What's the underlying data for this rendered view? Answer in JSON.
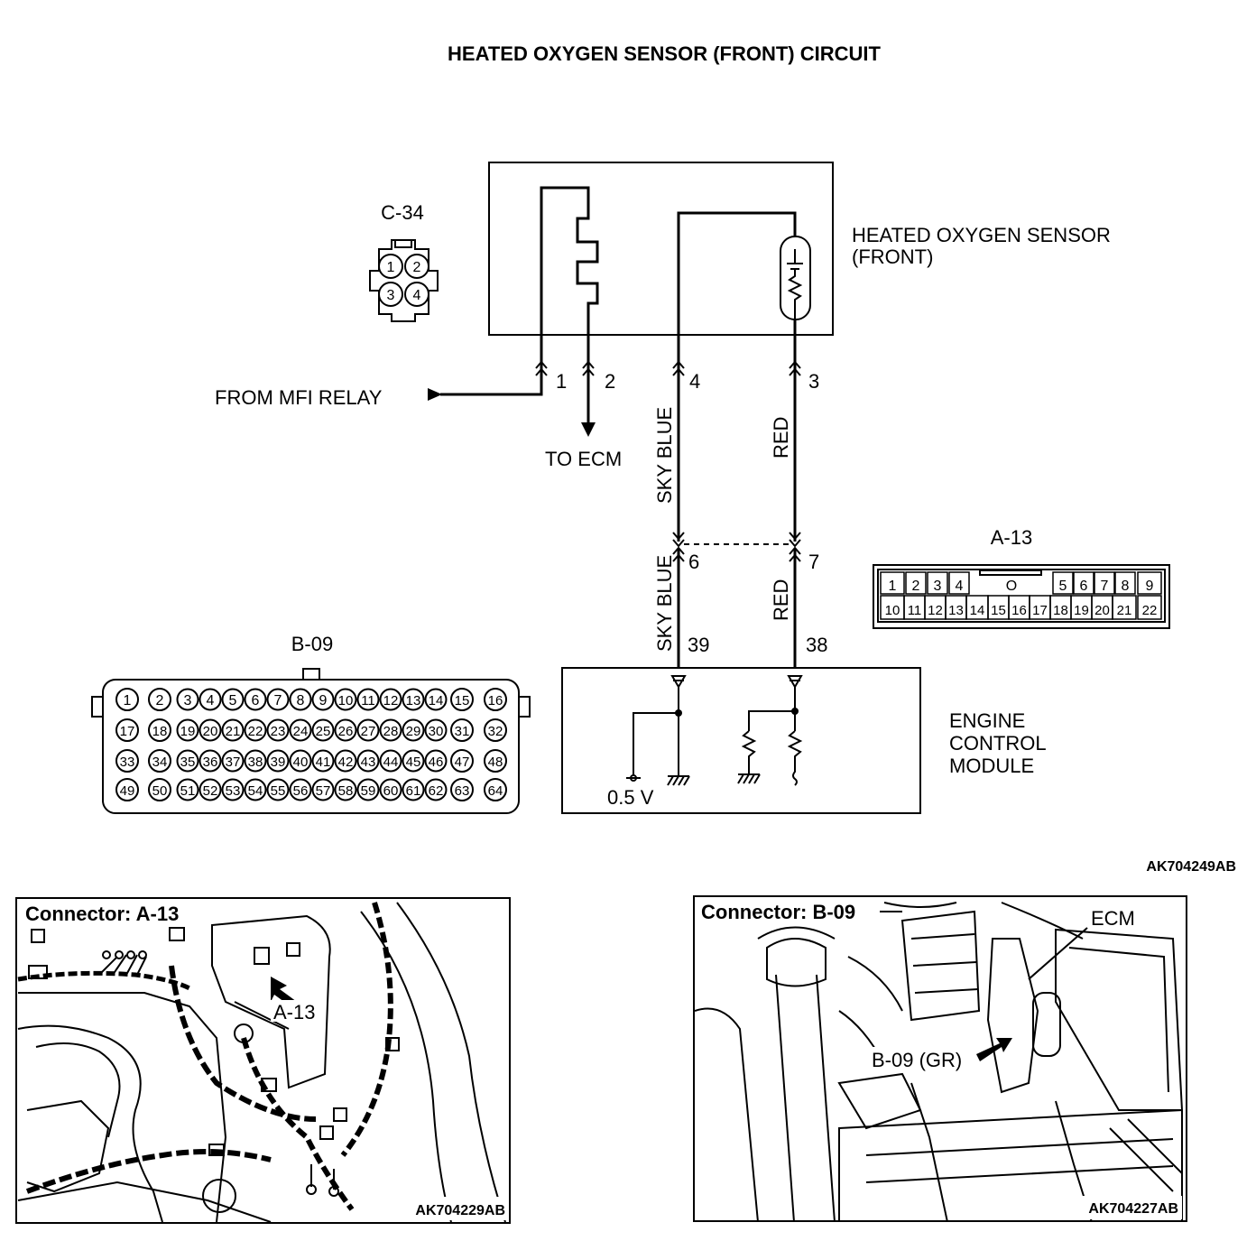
{
  "title": "HEATED OXYGEN SENSOR (FRONT) CIRCUIT",
  "figure_code": "AK704249AB",
  "sensor": {
    "label_line1": "HEATED OXYGEN SENSOR",
    "label_line2": "(FRONT)",
    "connector": "C-34",
    "connector_pins": [
      "1",
      "2",
      "3",
      "4"
    ]
  },
  "wiring": {
    "from_mfi_relay": "FROM MFI RELAY",
    "to_ecm": "TO ECM",
    "pin_1": "1",
    "pin_2": "2",
    "pin_4": "4",
    "pin_3": "3",
    "pin_6": "6",
    "pin_7": "7",
    "pin_39": "39",
    "pin_38": "38",
    "wire_sky_blue_upper": "SKY BLUE",
    "wire_red_upper": "RED",
    "wire_sky_blue_lower": "SKY BLUE",
    "wire_red_lower": "RED"
  },
  "connector_a13": {
    "name": "A-13",
    "top_row": [
      "1",
      "2",
      "3",
      "4",
      "O",
      "5",
      "6",
      "7",
      "8",
      "9"
    ],
    "bottom_row": [
      "10",
      "11",
      "12",
      "13",
      "14",
      "15",
      "16",
      "17",
      "18",
      "19",
      "20",
      "21",
      "22"
    ]
  },
  "connector_b09": {
    "name": "B-09",
    "rows": [
      [
        "1",
        "2",
        "3",
        "4",
        "5",
        "6",
        "7",
        "8",
        "9",
        "10",
        "11",
        "12",
        "13",
        "14",
        "15",
        "16"
      ],
      [
        "17",
        "18",
        "19",
        "20",
        "21",
        "22",
        "23",
        "24",
        "25",
        "26",
        "27",
        "28",
        "29",
        "30",
        "31",
        "32"
      ],
      [
        "33",
        "34",
        "35",
        "36",
        "37",
        "38",
        "39",
        "40",
        "41",
        "42",
        "43",
        "44",
        "45",
        "46",
        "47",
        "48"
      ],
      [
        "49",
        "50",
        "51",
        "52",
        "53",
        "54",
        "55",
        "56",
        "57",
        "58",
        "59",
        "60",
        "61",
        "62",
        "63",
        "64"
      ]
    ]
  },
  "ecm": {
    "label_line1": "ENGINE",
    "label_line2": "CONTROL",
    "label_line3": "MODULE",
    "voltage": "0.5 V"
  },
  "photo_left": {
    "heading": "Connector: A-13",
    "callout": "A-13",
    "code": "AK704229AB"
  },
  "photo_right": {
    "heading": "Connector: B-09",
    "callout_ecm": "ECM",
    "callout_connector": "B-09 (GR)",
    "code": "AK704227AB"
  }
}
